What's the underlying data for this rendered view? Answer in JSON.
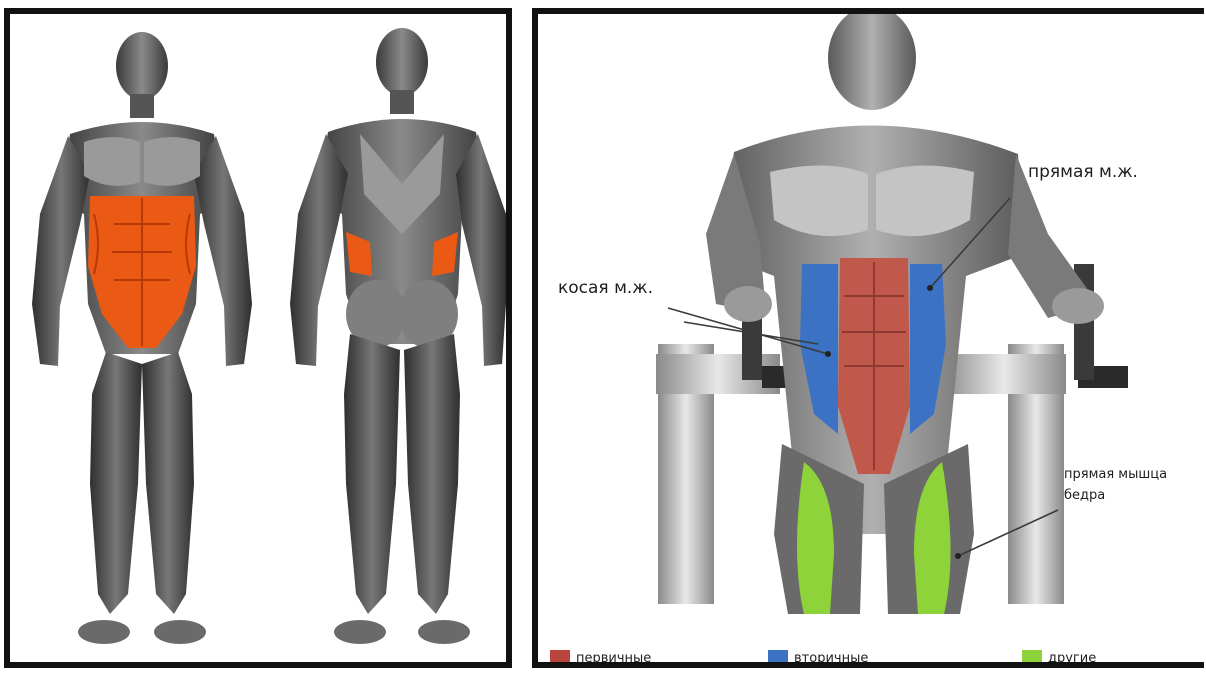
{
  "image": {
    "left_panel": {
      "views": [
        "front",
        "back"
      ],
      "highlight_color": "#ea5a14"
    },
    "right_panel": {
      "labels": {
        "rectus": "прямая м.ж.",
        "oblique": "косая м.ж.",
        "thigh": "прямая мышца бедра"
      },
      "legend": [
        {
          "label": "первичные",
          "color": "#b8463e"
        },
        {
          "label": "вторичные",
          "color": "#3b72c4"
        },
        {
          "label": "другие",
          "color": "#8ed33a"
        }
      ]
    }
  }
}
